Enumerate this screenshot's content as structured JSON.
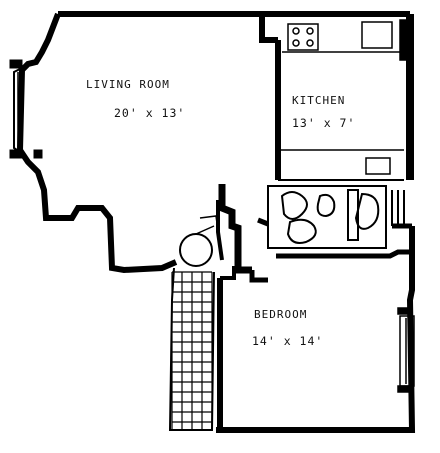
{
  "rooms": {
    "living": {
      "name": "LIVING ROOM",
      "dims": "20'  x  13'"
    },
    "kitchen": {
      "name": "KITCHEN",
      "dims": "13'  x  7'"
    },
    "bedroom": {
      "name": "BEDROOM",
      "dims": "14'  x  14'"
    }
  }
}
